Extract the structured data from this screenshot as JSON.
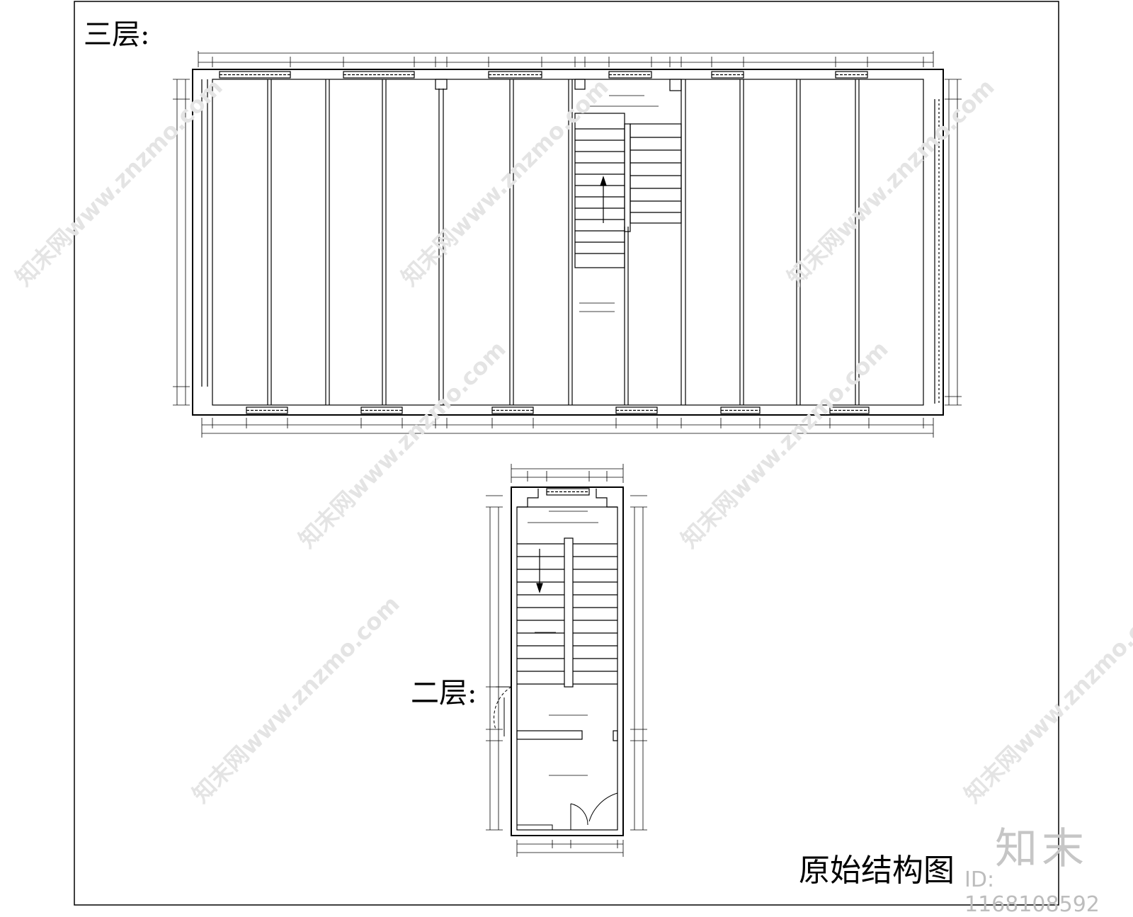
{
  "labels": {
    "floor3": "三层:",
    "floor2": "二层:",
    "title": "原始结构图"
  },
  "watermark": {
    "logo": "知末",
    "id": "ID: 1168108592",
    "site": "知末网www.znzmo.com"
  },
  "colors": {
    "line": "#000000",
    "watermark": "#d9d9d9",
    "background": "#ffffff"
  }
}
